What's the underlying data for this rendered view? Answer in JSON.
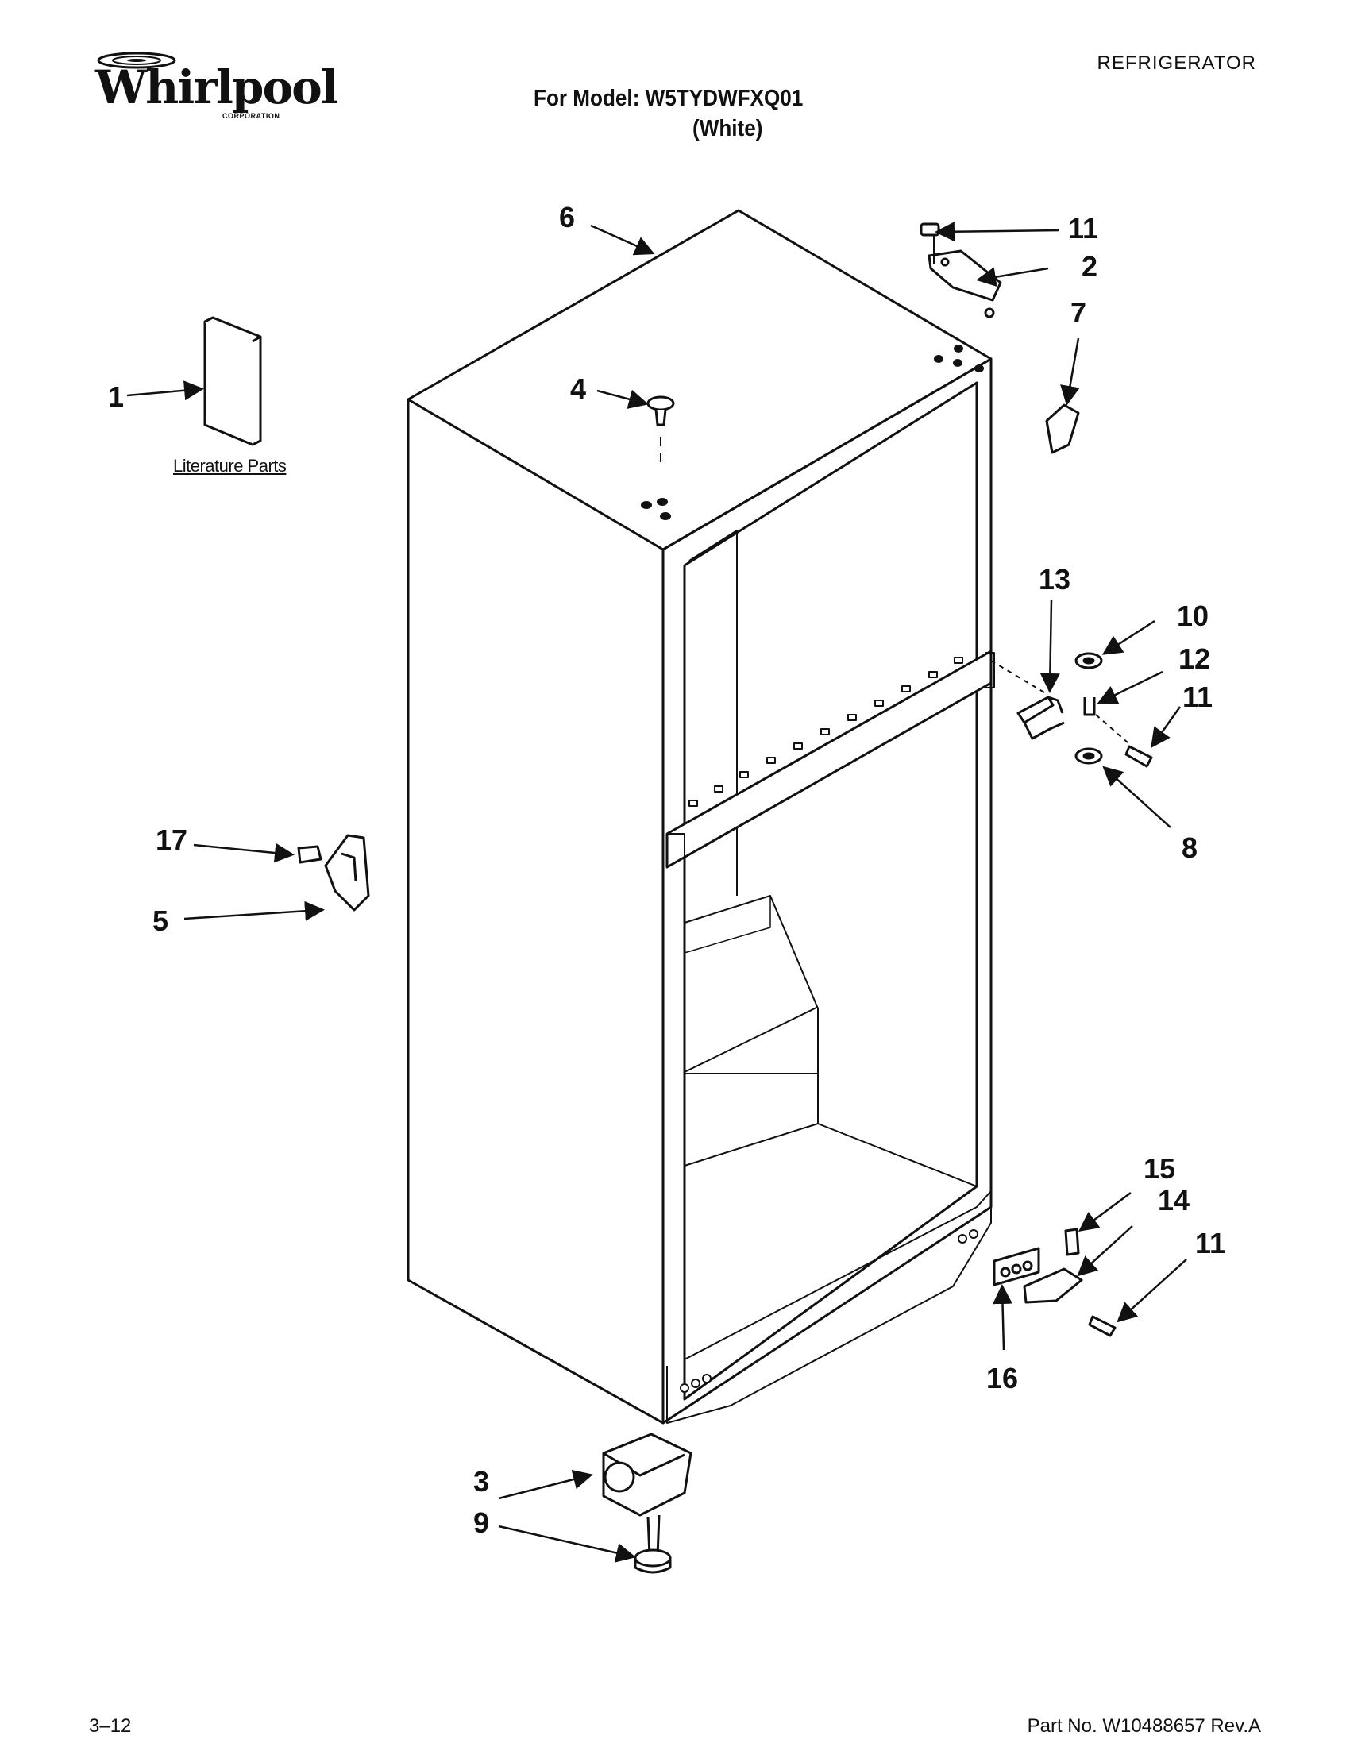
{
  "header": {
    "brand": "Whirlpool",
    "brand_sub": "CORPORATION",
    "category": "REFRIGERATOR",
    "model_line": "For Model: W5TYDWFXQ01",
    "color_line": "(White)"
  },
  "literature_label": "Literature Parts",
  "callouts": {
    "c1": "1",
    "c2": "2",
    "c3": "3",
    "c4": "4",
    "c5": "5",
    "c6": "6",
    "c7": "7",
    "c8": "8",
    "c9": "9",
    "c10": "10",
    "c11a": "11",
    "c11b": "11",
    "c11c": "11",
    "c12": "12",
    "c13": "13",
    "c14": "14",
    "c15": "15",
    "c16": "16",
    "c17": "17"
  },
  "footer": {
    "page": "3–12",
    "part_no": "Part No. W10488657 Rev.A"
  }
}
